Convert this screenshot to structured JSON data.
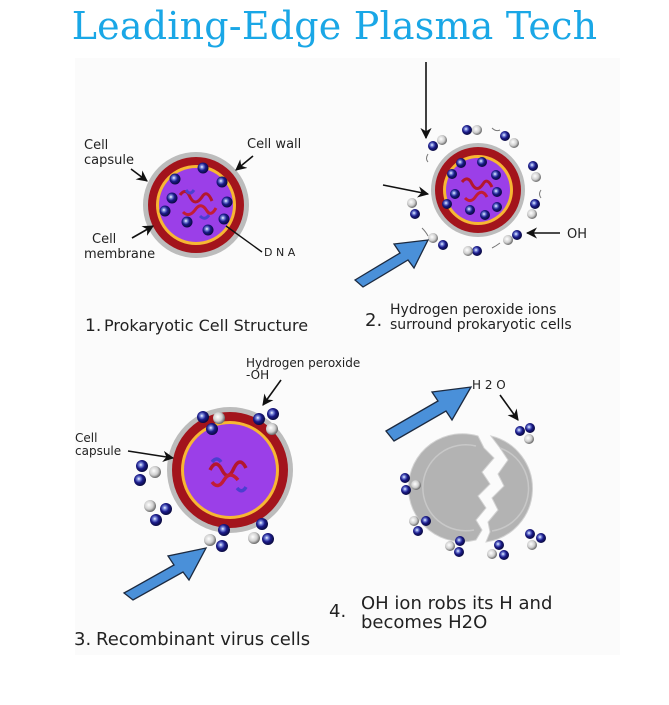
{
  "title": "Leading-Edge Plasma Tech",
  "panels": [
    {
      "number": "1.",
      "caption": "Prokaryotic Cell Structure",
      "labels": {
        "cell_capsule_1": "Cell",
        "cell_capsule_2": "capsule",
        "cell_wall": "Cell wall",
        "cell_membrane_1": "Cell",
        "cell_membrane_2": "membrane",
        "dna": "D N A"
      }
    },
    {
      "number": "2.",
      "caption_line1": "Hydrogen peroxide ions",
      "caption_line2": "surround prokaryotic cells",
      "labels": {
        "oh": "OH"
      }
    },
    {
      "number": "3.",
      "caption": "Recombinant virus cells",
      "labels": {
        "hydrogen_peroxide": "Hydrogen peroxide",
        "oh": "-OH",
        "cell_capsule_1": "Cell",
        "cell_capsule_2": "capsule"
      }
    },
    {
      "number": "4.",
      "caption_line1": "OH ion robs its H and",
      "caption_line2": "becomes H2O",
      "labels": {
        "h2o": "H 2 O"
      }
    }
  ],
  "colors": {
    "title": "#1aa7e6",
    "cytoplasm": "#9b3fe8",
    "cell_wall": "#a5141c",
    "membrane": "#f7b733",
    "capsule": "#b9b9b9",
    "ion_dark": "#1b1b8a",
    "ion_light": "#d8d8d8",
    "arrow_blue": "#4a90d9",
    "broken_shell": "#b3b3b3"
  }
}
